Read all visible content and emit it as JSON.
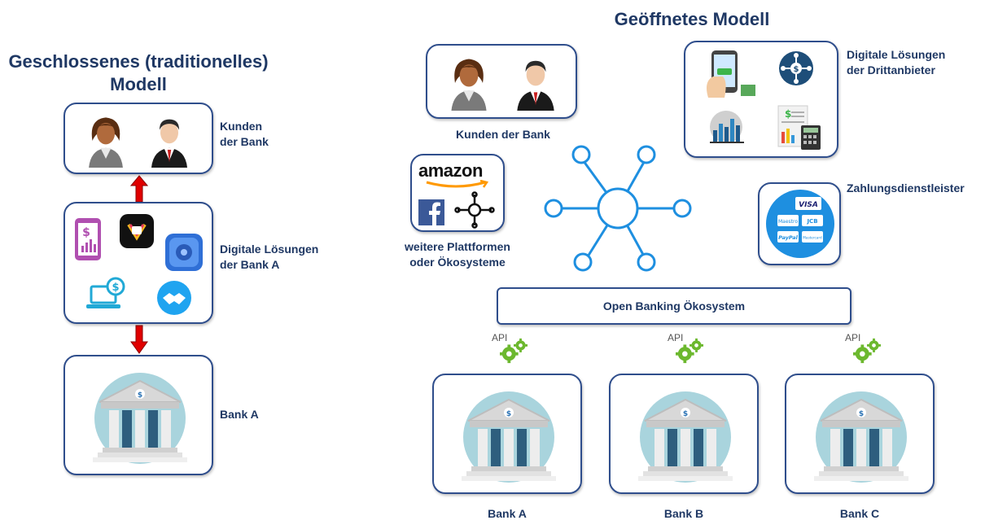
{
  "closed_model": {
    "title_line1": "Geschlossenes (traditionelles)",
    "title_line2": "Modell",
    "customers": {
      "line1": "Kunden",
      "line2": "der Bank"
    },
    "digital": {
      "line1": "Digitale Lösungen",
      "line2": "der Bank A"
    },
    "bank": {
      "label": "Bank A"
    }
  },
  "open_model": {
    "title": "Geöffnetes Modell",
    "customers_label": "Kunden der Bank",
    "third_party": {
      "line1": "Digitale Lösungen",
      "line2": "der Drittanbieter"
    },
    "payment_label": "Zahlungsdienstleister",
    "platforms": {
      "line1": "weitere Plattformen",
      "line2": "oder Ökosysteme",
      "logo_text": "amazon"
    },
    "ecosystem_label": "Open Banking Ökosystem",
    "api_label": "API",
    "banks": [
      {
        "label": "Bank A"
      },
      {
        "label": "Bank B"
      },
      {
        "label": "Bank C"
      }
    ],
    "payment_cards": [
      "VISA",
      "Maestro",
      "JCB",
      "PayPal",
      "Mastercard"
    ]
  },
  "colors": {
    "navy": "#1F3864",
    "border": "#2F4E8C",
    "arrow": "#E00000",
    "hub": "#1E8FE0",
    "bank_bg": "#A9D4DD",
    "column": "#2E5E7E",
    "gear": "#6CB82E"
  }
}
